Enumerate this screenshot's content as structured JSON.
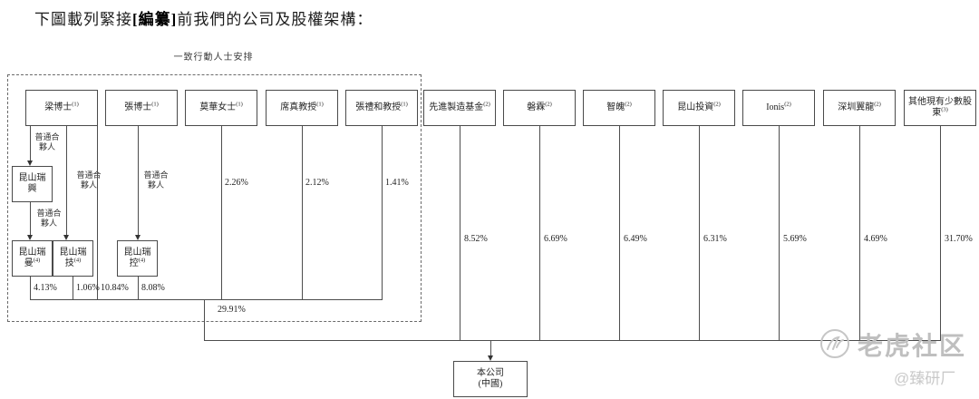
{
  "title": {
    "prefix": "下圖載列緊接",
    "redacted": "[編纂]",
    "suffix": "前我們的公司及股權架構："
  },
  "concert_group": {
    "label": "一致行動人士安排",
    "general_partner_label": "普通合夥人",
    "total_pct": "29.91%",
    "persons": [
      {
        "name": "梁博士",
        "note": "(1)",
        "direct_pct": "10.84%"
      },
      {
        "name": "張博士",
        "note": "(1)"
      },
      {
        "name": "莫華女士",
        "note": "(1)",
        "pct": "2.26%"
      },
      {
        "name": "席真教授",
        "note": "(1)",
        "pct": "2.12%"
      },
      {
        "name": "張禮和教授",
        "note": "(1)",
        "pct": "1.41%"
      }
    ],
    "entities": [
      {
        "name": "昆山瑞興",
        "note": ""
      },
      {
        "name": "昆山瑞曼",
        "note": "(4)",
        "pct": "4.13%"
      },
      {
        "name": "昆山瑞技",
        "note": "(4)",
        "pct": "1.06%"
      },
      {
        "name": "昆山瑞控",
        "note": "(4)",
        "pct": "8.08%"
      }
    ]
  },
  "other_shareholders": [
    {
      "name": "先進製造基金",
      "note": "(2)",
      "pct": "8.52%"
    },
    {
      "name": "磐霖",
      "note": "(2)",
      "pct": "6.69%"
    },
    {
      "name": "智魄",
      "note": "(2)",
      "pct": "6.49%"
    },
    {
      "name": "昆山投資",
      "note": "(2)",
      "pct": "6.31%"
    },
    {
      "name": "Ionis",
      "note": "(2)",
      "pct": "5.69%"
    },
    {
      "name": "深圳翼龍",
      "note": "(2)",
      "pct": "4.69%"
    },
    {
      "name": "其他現有少數股東",
      "note": "(3)",
      "pct": "31.70%"
    }
  ],
  "company": {
    "name": "本公司",
    "jurisdiction": "(中國)"
  },
  "watermark": {
    "brand": "老虎社区",
    "handle": "@臻研厂"
  },
  "colors": {
    "line": "#4d4d4d",
    "watermark": "#bfbfbf"
  }
}
